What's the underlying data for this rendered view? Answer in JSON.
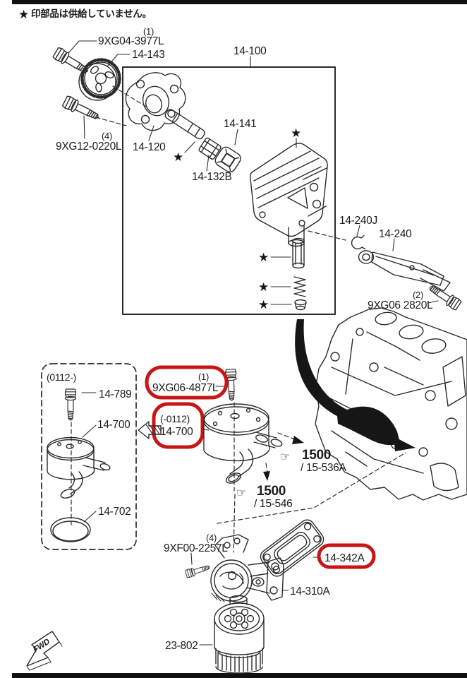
{
  "note": {
    "star": "★",
    "text": "印部品は供給していません。"
  },
  "icons": {
    "star": "★",
    "hand": "☞"
  },
  "colors": {
    "highlight": "#c81616",
    "ink": "#2b2b2b"
  },
  "fwd_label": "FWD",
  "parts": {
    "sprocket_bolt": {
      "qty": "(1)",
      "code": "9XG04-3977L"
    },
    "sprocket": {
      "code": "14-143"
    },
    "pump_bolts": {
      "qty": "(4)",
      "code": "9XG12-0220L"
    },
    "oil_pump_assy": {
      "code": "14-100"
    },
    "pump_rotor": {
      "code": "14-120"
    },
    "pump_joint": {
      "code": "14-132B"
    },
    "pump_collar": {
      "code": "14-141"
    },
    "snap_ring": {
      "code": "14-240J"
    },
    "oil_jet": {
      "code": "14-240"
    },
    "jet_bolt": {
      "qty": "(2)",
      "code": "9XG06 2820L"
    },
    "cooler_alt_group": {
      "range": "(0112-)"
    },
    "cooler_alt_bolt": {
      "code": "14-789"
    },
    "cooler_alt": {
      "code": "14-700"
    },
    "cooler_oring": {
      "code": "14-702"
    },
    "cooler_bolt": {
      "qty": "(1)",
      "code": "9XG06-4877L"
    },
    "cooler": {
      "range": "(-0112)",
      "code": "14-700"
    },
    "ref_upper": {
      "group": "1500",
      "code": "/ 15-536A"
    },
    "ref_lower": {
      "group": "1500",
      "code": "/ 15-546"
    },
    "bracket_bolts": {
      "qty": "(4)",
      "code": "9XF00-2257L"
    },
    "gasket": {
      "code": "14-342A"
    },
    "filter_bracket": {
      "code": "14-310A"
    },
    "oil_filter": {
      "code": "23-802"
    }
  }
}
